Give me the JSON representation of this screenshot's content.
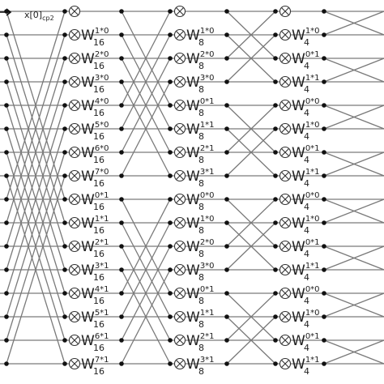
{
  "input_label": {
    "text": "x[0]",
    "subscript": "cp2"
  },
  "stage1": {
    "base": "W",
    "subscript": "16",
    "superscripts": [
      "1*0",
      "2*0",
      "3*0",
      "4*0",
      "5*0",
      "6*0",
      "7*0",
      "0*1",
      "1*1",
      "2*1",
      "3*1",
      "4*1",
      "5*1",
      "6*1",
      "7*1"
    ]
  },
  "stage2": {
    "base": "W",
    "subscript": "8",
    "superscripts": [
      "1*0",
      "2*0",
      "3*0",
      "0*1",
      "1*1",
      "2*1",
      "3*1",
      "0*0",
      "1*0",
      "2*0",
      "3*0",
      "0*1",
      "1*1",
      "2*1",
      "3*1"
    ]
  },
  "stage3": {
    "base": "W",
    "subscript": "4",
    "superscripts": [
      "1*0",
      "0*1",
      "1*1",
      "0*0",
      "1*0",
      "0*1",
      "1*1",
      "0*0",
      "1*0",
      "0*1",
      "1*1",
      "0*0",
      "1*0",
      "0*1",
      "1*1"
    ]
  },
  "colors": {
    "line": "#7a7a7a",
    "dot": "#111111",
    "text": "#222222"
  }
}
